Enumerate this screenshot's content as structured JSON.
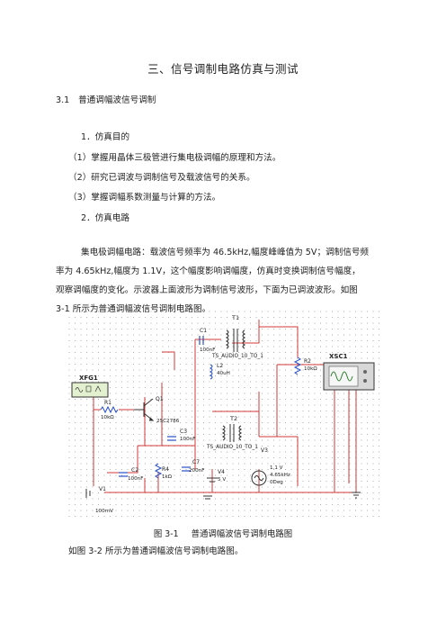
{
  "document": {
    "title": "三、信号调制电路仿真与测试",
    "section": {
      "number": "3.1",
      "title": "普通调幅波信号调制"
    },
    "subsection1": {
      "heading": "1．仿真目的",
      "items": [
        "（1）掌握用晶体三极管进行集电极调幅的原理和方法。",
        "（2）研究已调波与调制信号及载波信号的关系。",
        "（3）掌握调幅系数测量与计算的方法。"
      ]
    },
    "subsection2": {
      "heading": "2．仿真电路"
    },
    "paragraph_lines": [
      "集电极调幅电路：载波信号频率为 46.5kHz,幅度峰峰值为 5V；调制信号频",
      "率为 4.65kHz,幅度为 1.1V，这个幅度影响调幅度，仿真时变换调制信号幅度，",
      "观察调幅度的变化。示波器上面波形为调制信号波形，下面为已调波波形。如图",
      "3-1 所示为普通调幅波信号调制电路图。"
    ],
    "figure": {
      "label": "图 3-1",
      "caption": "普通调幅波信号调制电路图"
    },
    "next_line": "如图 3-2 所示为普通调幅波信号调制电路图。"
  },
  "circuit": {
    "function_generator": "XFG1",
    "oscilloscope": "XSC1",
    "components": {
      "T1": "T1",
      "TS1": "TS_AUDIO_10_TO_1",
      "C1": "C1",
      "C1v": "100nF",
      "L2": "L2",
      "L2v": "40uH",
      "R2": "R2",
      "R2v": "10kΩ",
      "R1": "R1",
      "R1v": "10kΩ",
      "Q1": "Q1",
      "Q1v": "2SC2786",
      "T2": "T2",
      "TS2": "TS_AUDIO_10_TO_1",
      "C3": "C3",
      "C3v": "100nF",
      "C7": "C7",
      "C7v": "200nF",
      "V3": "V3",
      "V3v1": "1.1 V",
      "V3v2": "4.65kHz",
      "V3v3": "0Deg",
      "V4": "V4",
      "V4v": "5 V",
      "C2": "C2",
      "C2v": "100nF",
      "R4": "R4",
      "R4v": "1kΩ",
      "V1": "V1",
      "V1v": "100mV"
    },
    "wire_color": "#d23a3a"
  }
}
